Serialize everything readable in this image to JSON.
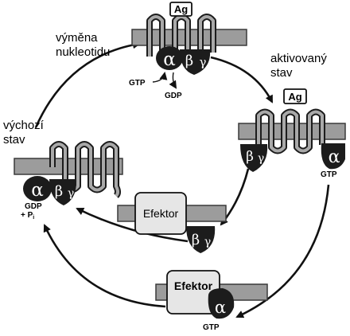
{
  "labels": {
    "vymena_line1": "výměna",
    "vymena_line2": "nukleotidu",
    "aktivovany_line1": "aktivovaný",
    "aktivovany_line2": "stav",
    "vychozi_line1": "výchozí",
    "vychozi_line2": "stav",
    "ag_top": "Ag",
    "ag_right": "Ag",
    "gtp_in": "GTP",
    "gdp_out": "GDP",
    "gtp_right": "GTP",
    "gdp_left_1": "GDP",
    "gdp_left_2": "+ P",
    "gdp_left_2_sub": "i",
    "gtp_bottom": "GTP",
    "efektor_mid": "Efektor",
    "efektor_bottom": "Efektor"
  },
  "subunits": {
    "alpha": "α",
    "beta": "β",
    "gamma": "γ"
  },
  "colors": {
    "membrane": "#9c9c9c",
    "membrane_edge": "#3a3a3a",
    "protein": "#1c1c1c",
    "receptor_fill": "#a9a9a9",
    "effector_fill": "#e6e6e6",
    "arrow": "#111111"
  }
}
